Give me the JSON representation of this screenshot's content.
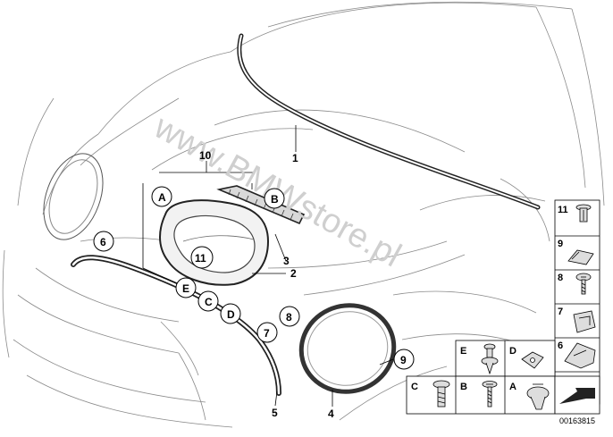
{
  "watermark": "www.BMWstore.pl",
  "doc_number": "00163815",
  "callouts": {
    "c1": "1",
    "c2": "2",
    "c3": "3",
    "c4": "4",
    "c5": "5",
    "c6": "6",
    "c7": "7",
    "c8": "8",
    "c9": "9",
    "c10": "10",
    "c11": "11",
    "cA": "A",
    "cB": "B",
    "cC": "C",
    "cD": "D",
    "cE": "E"
  },
  "legend": {
    "right_column": [
      "11",
      "9",
      "8",
      "7",
      "6"
    ],
    "bottom_row_top": [
      "E",
      "D"
    ],
    "bottom_row_bottom": [
      "C",
      "B",
      "A"
    ]
  }
}
